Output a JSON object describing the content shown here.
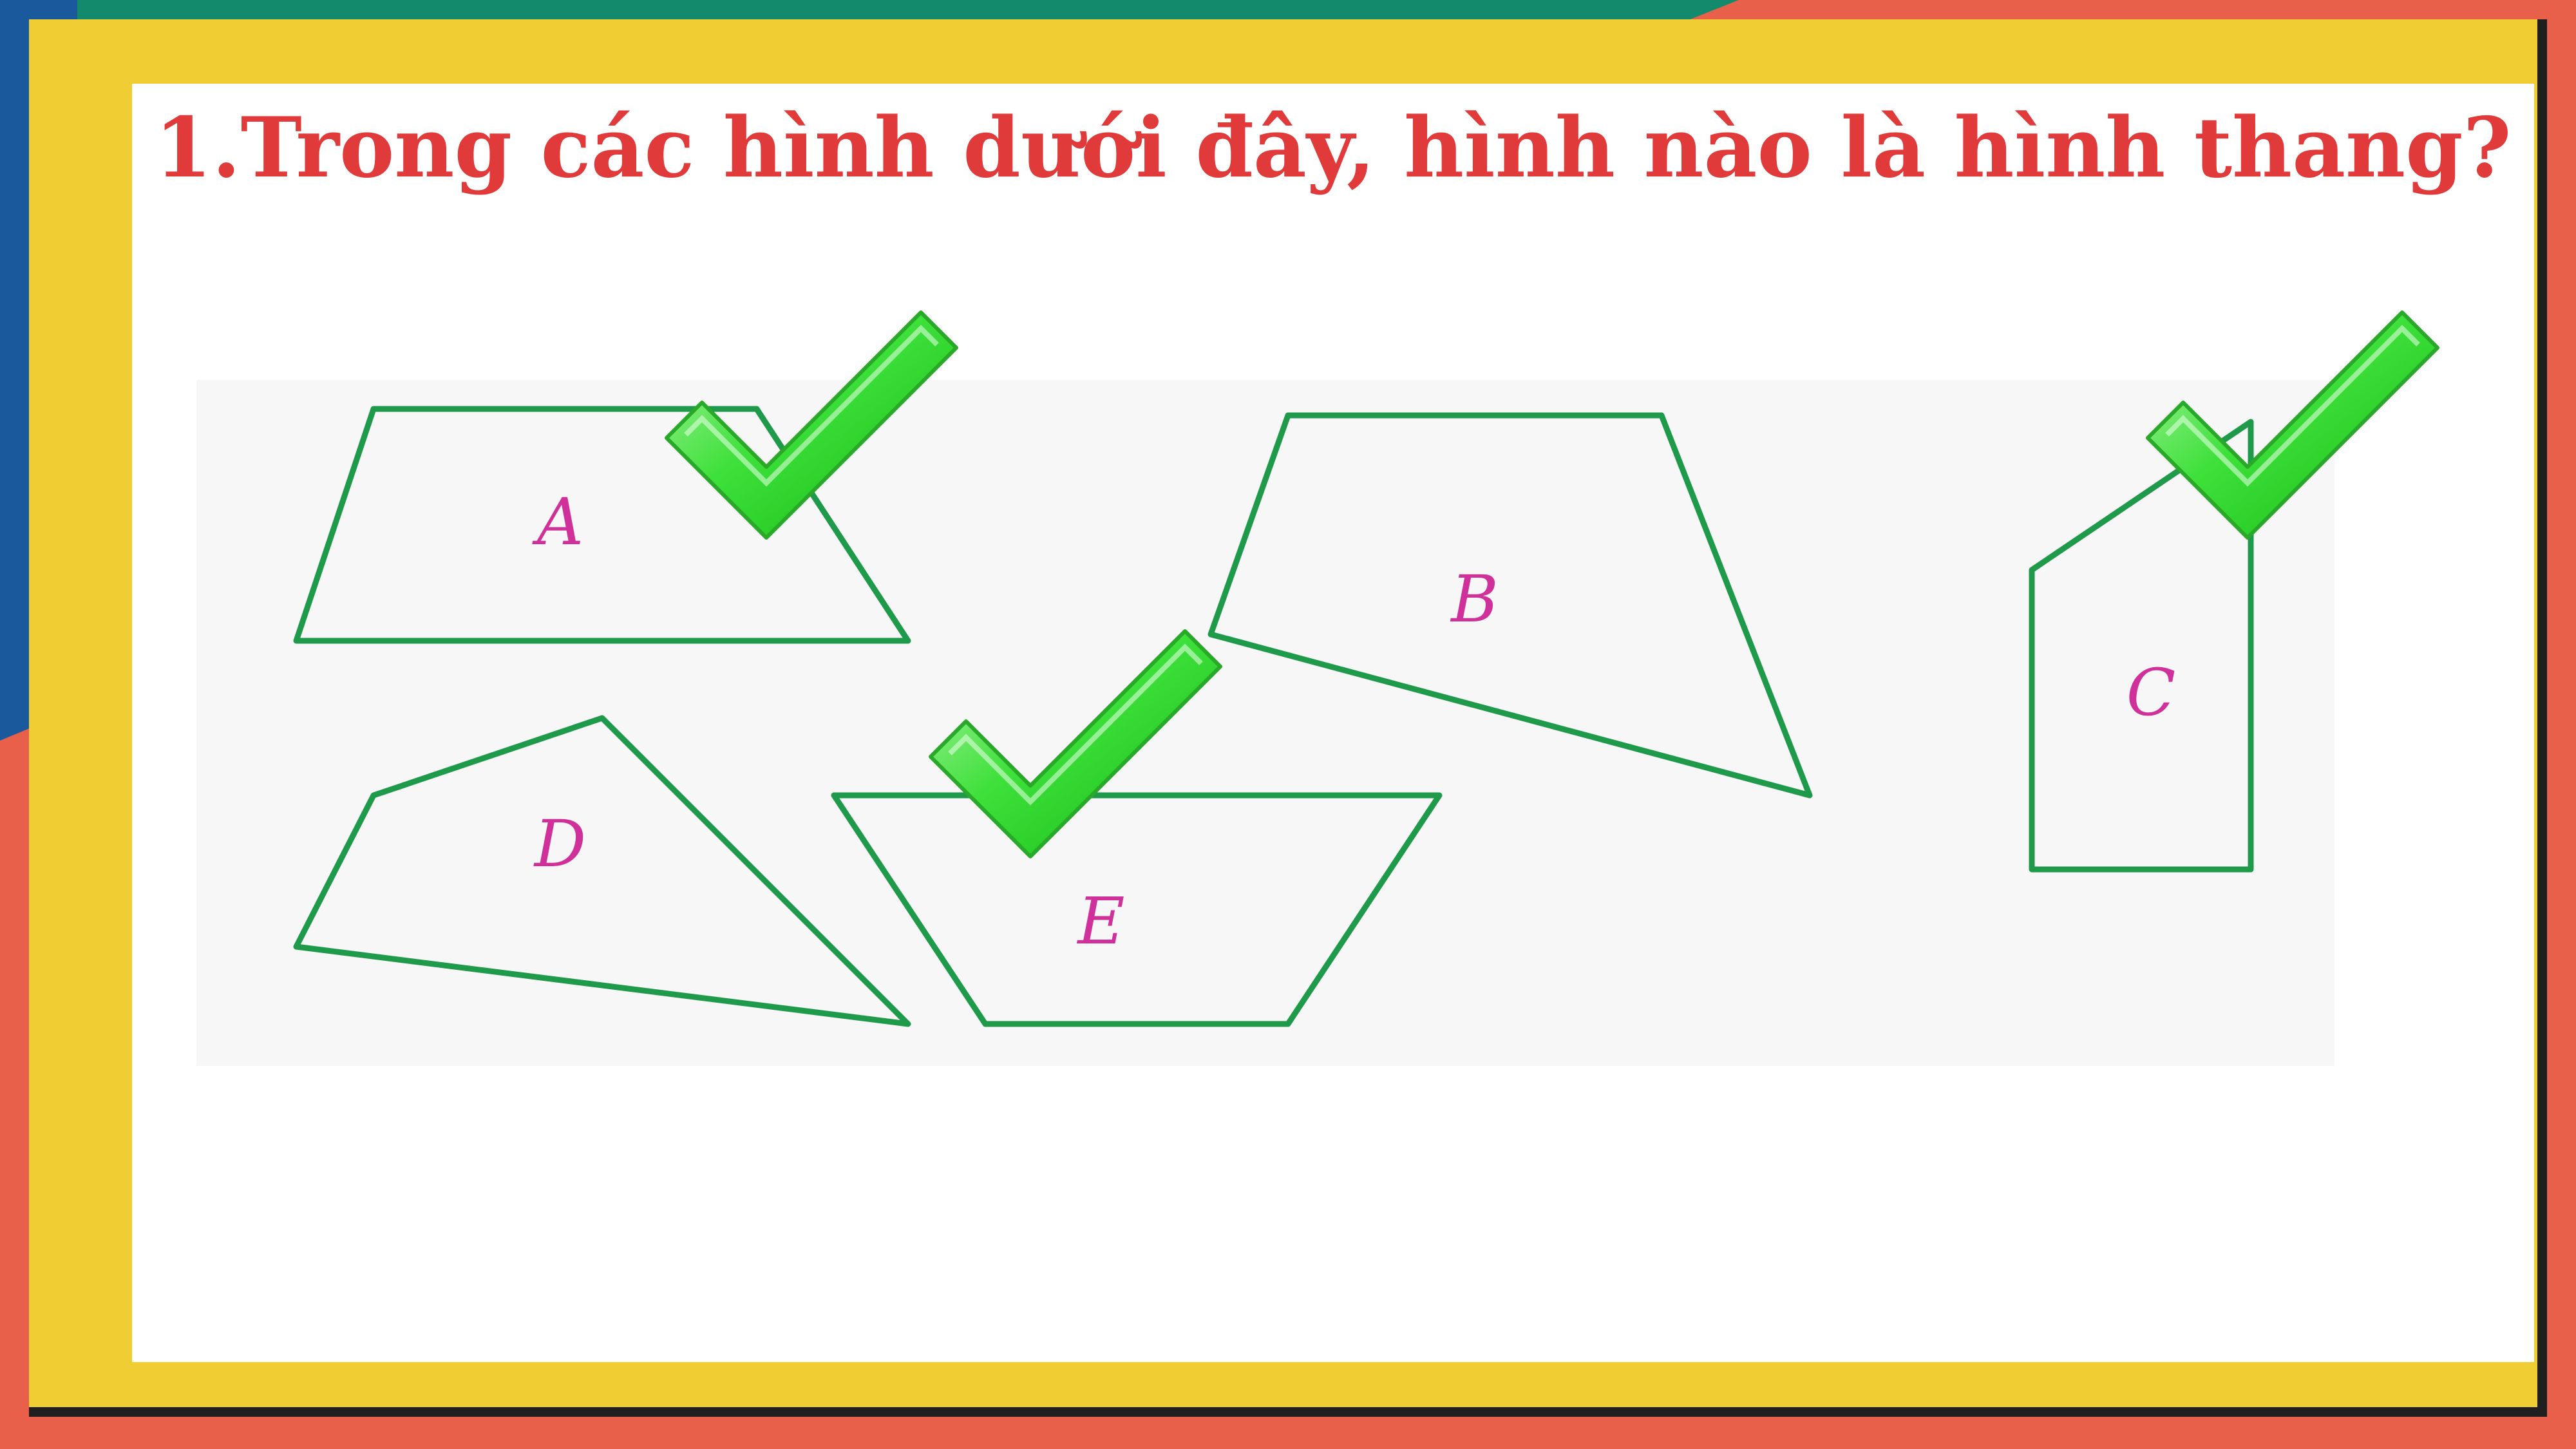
{
  "question": {
    "title": "1.Trong các hình dưới đây, hình nào là hình thang?"
  },
  "shapes": [
    {
      "label": "A",
      "is_trapezoid": true
    },
    {
      "label": "B",
      "is_trapezoid": false
    },
    {
      "label": "C",
      "is_trapezoid": true
    },
    {
      "label": "D",
      "is_trapezoid": false
    },
    {
      "label": "E",
      "is_trapezoid": true
    }
  ],
  "icons": [
    "check-icon"
  ],
  "colors": {
    "title": "#e03a3a",
    "shape_outline": "#1e9a4a",
    "shape_label": "#d0309a",
    "frame_yellow": "#f0cd32",
    "bg_blue": "#1a5a9c",
    "bg_green": "#148a6c",
    "bg_orange": "#e8604a",
    "check_green": "#22cc22"
  }
}
